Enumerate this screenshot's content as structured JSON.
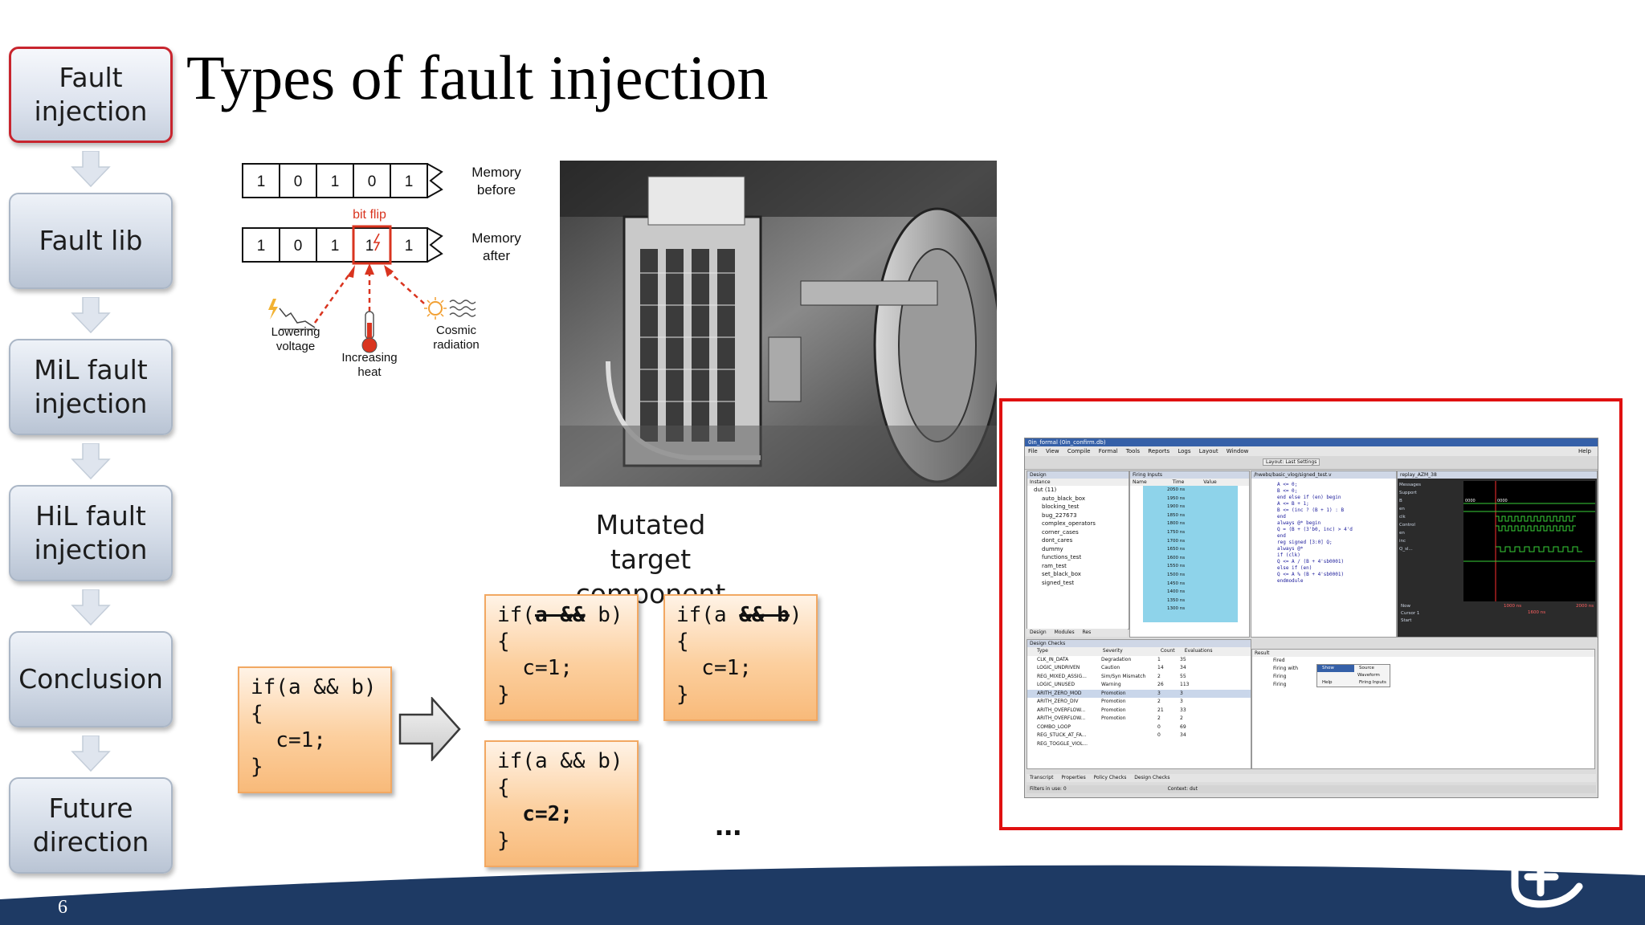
{
  "nav": {
    "items": [
      {
        "label": "Fault\ninjection",
        "active": true
      },
      {
        "label": "Fault lib",
        "active": false
      },
      {
        "label": "MiL fault\ninjection",
        "active": false
      },
      {
        "label": "HiL fault\ninjection",
        "active": false
      },
      {
        "label": "Conclusion",
        "active": false
      },
      {
        "label": "Future\ndirection",
        "active": false
      }
    ]
  },
  "title": "Types of fault injection",
  "bitflip_figure": {
    "before_bits": [
      "1",
      "0",
      "1",
      "0",
      "1"
    ],
    "after_bits": [
      "1",
      "0",
      "1",
      "1",
      "1"
    ],
    "memory_before": "Memory\nbefore",
    "memory_after": "Memory\nafter",
    "bit_flip": "bit flip",
    "causes": [
      "Lowering\nvoltage",
      "Increasing\nheat",
      "Cosmic\nradiation"
    ],
    "accent_color": "#d9341f"
  },
  "mutated_label": "Mutated target\ncomponent",
  "original_code": [
    "if(a && b)",
    "{",
    "  c=1;",
    "}"
  ],
  "mutants": [
    {
      "line1_pre": "if(",
      "line1_strike": "a &&",
      "line1_post": " b)",
      "line2": "{",
      "line3": "  c=1;",
      "line4": "}"
    },
    {
      "line1_pre": "if(a ",
      "line1_strike": "&& b",
      "line1_post": ")",
      "line2": "{",
      "line3": "  c=1;",
      "line4": "}"
    },
    {
      "line1": "if(a && b)",
      "line2": "{",
      "line3": "  c=2;",
      "line4": "}"
    }
  ],
  "ellipsis": "...",
  "tool_screenshot": {
    "window_title": "0in_formal (0in_confirm.db)",
    "menu": [
      "File",
      "View",
      "Compile",
      "Formal",
      "Tools",
      "Reports",
      "Logs",
      "Layout",
      "Window",
      "Help"
    ],
    "layout_label": "Layout: Last Settings",
    "design_pane_title": "Design",
    "instance_header": "Instance",
    "instances": [
      "dut (11)",
      "auto_black_box",
      "blocking_test",
      "bug_227673",
      "complex_operators",
      "corner_cases",
      "dont_cares",
      "dummy",
      "functions_test",
      "ram_test",
      "set_black_box",
      "signed_test"
    ],
    "firing_pane_title": "Firing Inputs",
    "firing_headers": [
      "Name",
      "Time",
      "Value"
    ],
    "firing_times": [
      "2050 ns",
      "1950 ns",
      "1900 ns",
      "1850 ns",
      "1800 ns",
      "1750 ns",
      "1700 ns",
      "1650 ns",
      "1600 ns",
      "1550 ns",
      "1500 ns",
      "1450 ns",
      "1400 ns",
      "1350 ns",
      "1300 ns"
    ],
    "source_pane_title": "/hwebs/basic_vlog/signed_test.v",
    "source_lines": [
      "A <= 0;",
      "B <= 0;",
      "end else if (en) begin",
      "A <= B + 1;",
      "B <= (inc ? (B + 1) : B",
      "end",
      "always @* begin",
      "Q = (B + (3'b0, inc) > 4'd",
      "end",
      "reg signed [3:0] Q;",
      "always @*",
      "if (clk)",
      "Q <= A / (B + 4'sb0001)",
      "else if (en)",
      "Q <= A % (B + 4'sb0001)",
      "endmodule"
    ],
    "wave_pane_title": "replay_AZM_38",
    "wave_labels": [
      "Messages",
      "Support",
      "B",
      "en",
      "clk",
      "Control",
      "en",
      "inc",
      "Q_sl..."
    ],
    "wave_values": [
      "0000",
      "0000"
    ],
    "wave_time_labels": [
      "1000 ns",
      "1600 ns",
      "2000 ns"
    ],
    "wave_footer": [
      "Now",
      "Cursor 1",
      "Start"
    ],
    "design_tabs": [
      "Design",
      "Modules",
      "Res"
    ],
    "checks_pane_title": "Design Checks",
    "checks_headers": [
      "Type",
      "Severity",
      "Count",
      "Evaluations"
    ],
    "checks_rows": [
      [
        "CLK_IN_DATA",
        "Degradation",
        "1",
        "35"
      ],
      [
        "LOGIC_UNDRIVEN",
        "Caution",
        "14",
        "34"
      ],
      [
        "REG_MIXED_ASSIG...",
        "Sim/Syn Mismatch",
        "2",
        "55"
      ],
      [
        "LOGIC_UNUSED",
        "Warning",
        "26",
        "113"
      ],
      [
        "ARITH_ZERO_MOD",
        "Promotion",
        "3",
        "3"
      ],
      [
        "ARITH_ZERO_DIV",
        "Promotion",
        "2",
        "3"
      ],
      [
        "ARITH_OVERFLOW...",
        "Promotion",
        "21",
        "33"
      ],
      [
        "ARITH_OVERFLOW...",
        "Promotion",
        "2",
        "2"
      ],
      [
        "COMBO_LOOP",
        "",
        "0",
        "69"
      ],
      [
        "REG_STUCK_AT_FA...",
        "",
        "0",
        "34"
      ],
      [
        "REG_TOGGLE_VIOL...",
        "",
        "",
        ""
      ]
    ],
    "result_header": "Result",
    "result_rows": [
      "Fired",
      "Firing with",
      "Firing",
      "Firing"
    ],
    "context_menu": [
      "Show",
      "Source",
      "Waveform",
      "Help",
      "Firing Inputs"
    ],
    "bottom_tabs": [
      "Transcript",
      "Properties",
      "Policy Checks",
      "Design Checks"
    ],
    "status_left": "Filters in use: 0",
    "status_right": "Context: dut"
  },
  "page_number": "6",
  "colors": {
    "footer": "#1e3a64",
    "highlight_frame": "#e01010",
    "active_nav_border": "#c8252e",
    "code_box_fill": "#fccf9e"
  }
}
